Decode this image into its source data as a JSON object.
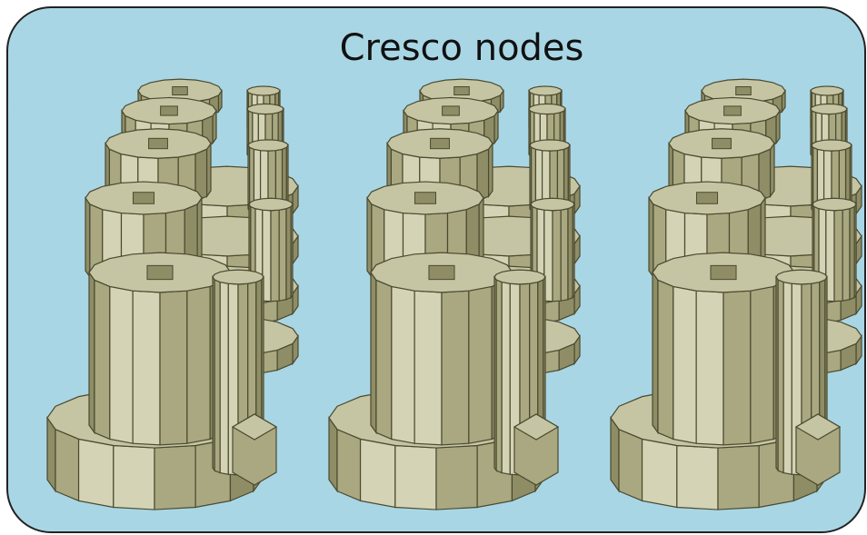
{
  "title": "Cresco nodes",
  "colors": {
    "panel_fill": "#a9d6e5",
    "panel_stroke": "#222222",
    "node_face_dark": "#8e8d66",
    "node_face_mid": "#a9a880",
    "node_face_light": "#d4d3b5",
    "node_top": "#c6c5a3",
    "node_outline": "#4a4a30"
  },
  "groups": [
    {
      "id": "group-left"
    },
    {
      "id": "group-center"
    },
    {
      "id": "group-right"
    }
  ]
}
